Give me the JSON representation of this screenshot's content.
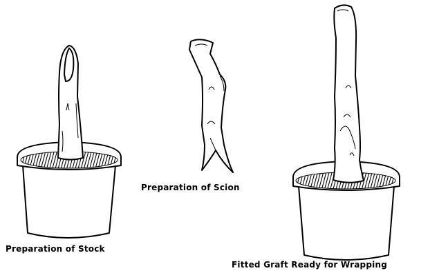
{
  "captions": {
    "stock": "Preparation of Stock",
    "scion": "Preparation of Scion",
    "graft": "Fitted Graft Ready for Wrapping"
  }
}
